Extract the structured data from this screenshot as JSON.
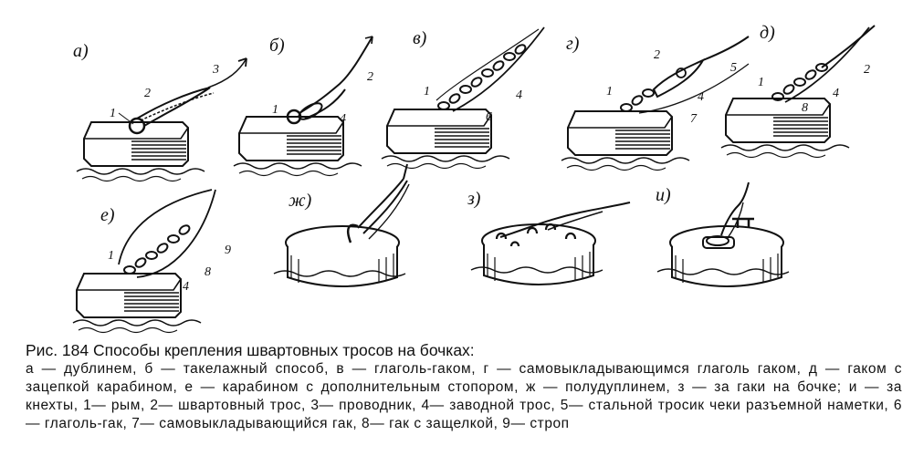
{
  "figure": {
    "panel_labels": [
      "а)",
      "б)",
      "в)",
      "г)",
      "д)",
      "е)",
      "ж)",
      "з)",
      "и)"
    ],
    "callouts": {
      "a": [
        "1",
        "2",
        "3"
      ],
      "b": [
        "1",
        "2",
        "4"
      ],
      "v": [
        "1",
        "4",
        "6"
      ],
      "g": [
        "1",
        "2",
        "5",
        "4",
        "7"
      ],
      "d": [
        "1",
        "2",
        "4",
        "8"
      ],
      "e": [
        "1",
        "9",
        "8",
        "4"
      ]
    }
  },
  "caption": {
    "title": "Рис. 184  Способы крепления швартовных тросов на бочках:",
    "body": "а — дублинем, б — такелажный способ, в — глаголь-гаком, г — самовыкладывающимся глаголь гаком, д — гаком с зацепкой карабином, е — карабином с дополнительным стопором, ж — полудуплинем, з — за гаки на бочке; и — за кнехты, 1— рым, 2— швартовный трос, 3— проводник, 4— заводной трос, 5— стальной тросик чеки разъемной наметки, 6— глаголь-гак, 7— самовыкладывающийся гак, 8— гак с защелкой, 9— строп"
  }
}
